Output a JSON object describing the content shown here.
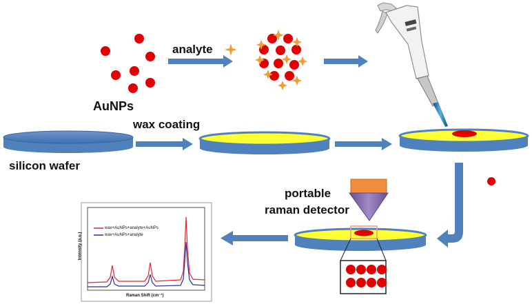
{
  "labels": {
    "analyte": "analyte",
    "aunps": "AuNPs",
    "wax_coating": "wax coating",
    "silicon_wafer": "silicon wafer",
    "detector_line1": "portable",
    "detector_line2": "raman detector"
  },
  "spectrum": {
    "legend": [
      {
        "name": "wax+AuNPs+analyte+AuNPs",
        "color": "#e8232b"
      },
      {
        "name": "wax+AuNPs+analyte",
        "color": "#2b2f9c"
      }
    ],
    "xlabel": "Raman Shift (cm⁻¹)",
    "ylabel": "Intensity (a.u.)"
  },
  "colors": {
    "particle": "#e00000",
    "arrow": "#4f81bd",
    "wafer_side": "#4f81bd",
    "wax_top": "#ffff33",
    "sparkle": "#f39c32",
    "detector_head": "#f08c3c",
    "detector_cone": "#8064a2"
  }
}
